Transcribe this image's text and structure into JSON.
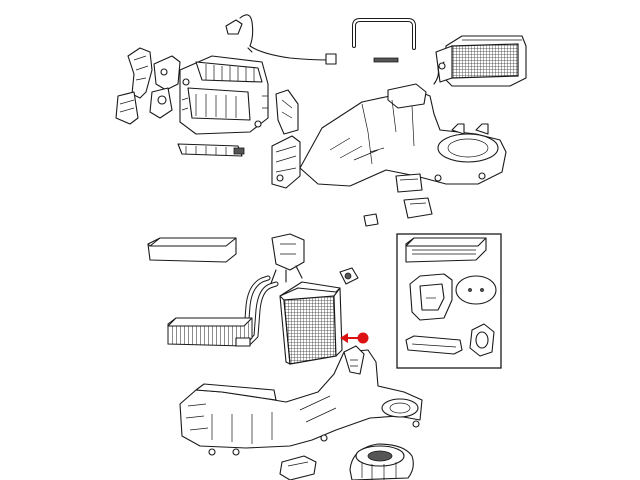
{
  "diagram": {
    "background": "#ffffff",
    "line_color": "#1a1a1a",
    "callout": {
      "color": "#dd1111",
      "icon": "filled-circle-with-left-arrow",
      "points_to": "heater core"
    },
    "inset_panel": {
      "border": true,
      "items": [
        "seal-strip",
        "oval-seal",
        "grommet-pad",
        "small-foam-pad",
        "long-seal-strip"
      ]
    }
  }
}
